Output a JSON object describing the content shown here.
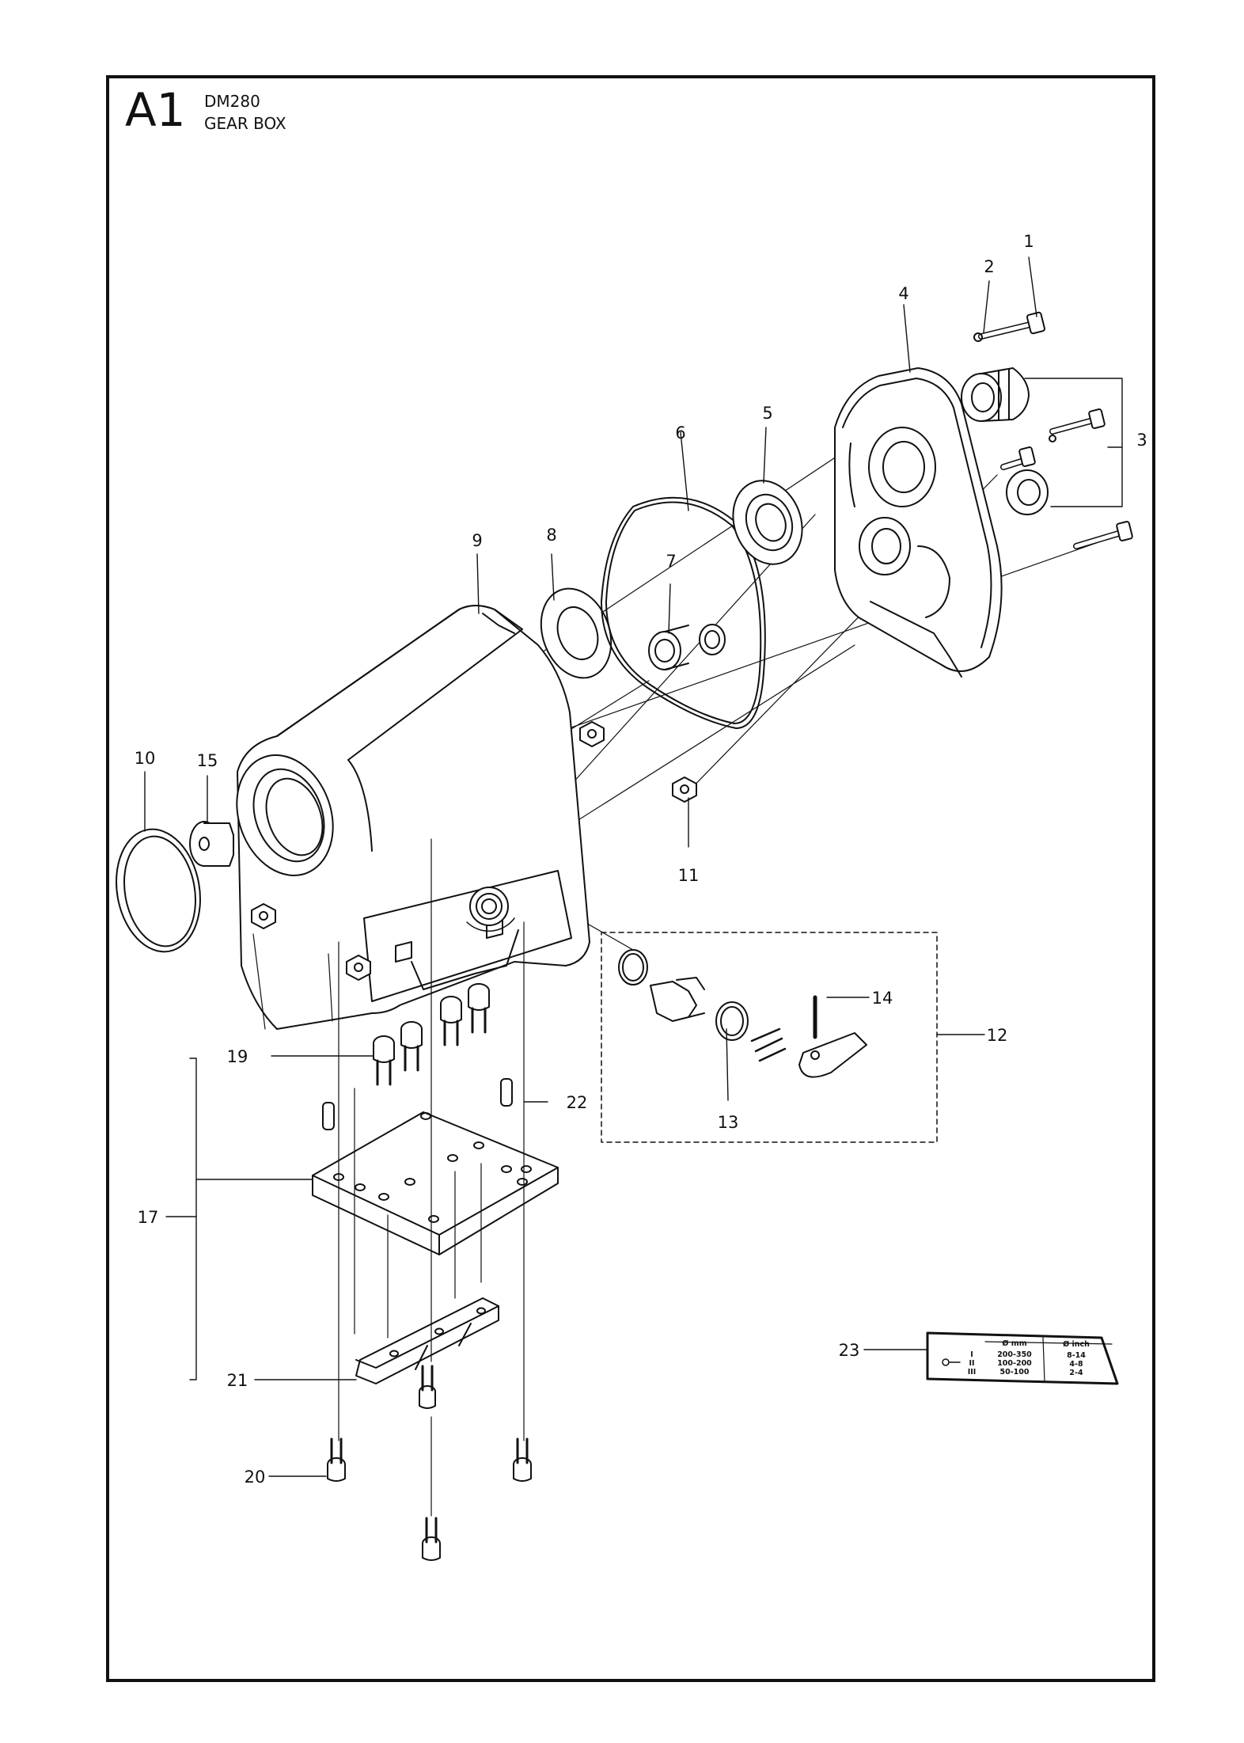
{
  "header": {
    "section_code": "A1",
    "model": "DM280",
    "title": "GEAR BOX"
  },
  "callouts": [
    "1",
    "2",
    "3",
    "4",
    "5",
    "6",
    "7",
    "8",
    "9",
    "10",
    "11",
    "12",
    "13",
    "14",
    "15",
    "17",
    "19",
    "20",
    "21",
    "22",
    "23"
  ],
  "decal_table": {
    "col_mm": "Ø mm",
    "col_inch": "Ø inch",
    "rows": [
      {
        "gear": "I",
        "mm": "200-350",
        "inch": "8-14"
      },
      {
        "gear": "II",
        "mm": "100-200",
        "inch": "4-8"
      },
      {
        "gear": "III",
        "mm": "50-100",
        "inch": "2-4"
      }
    ]
  }
}
